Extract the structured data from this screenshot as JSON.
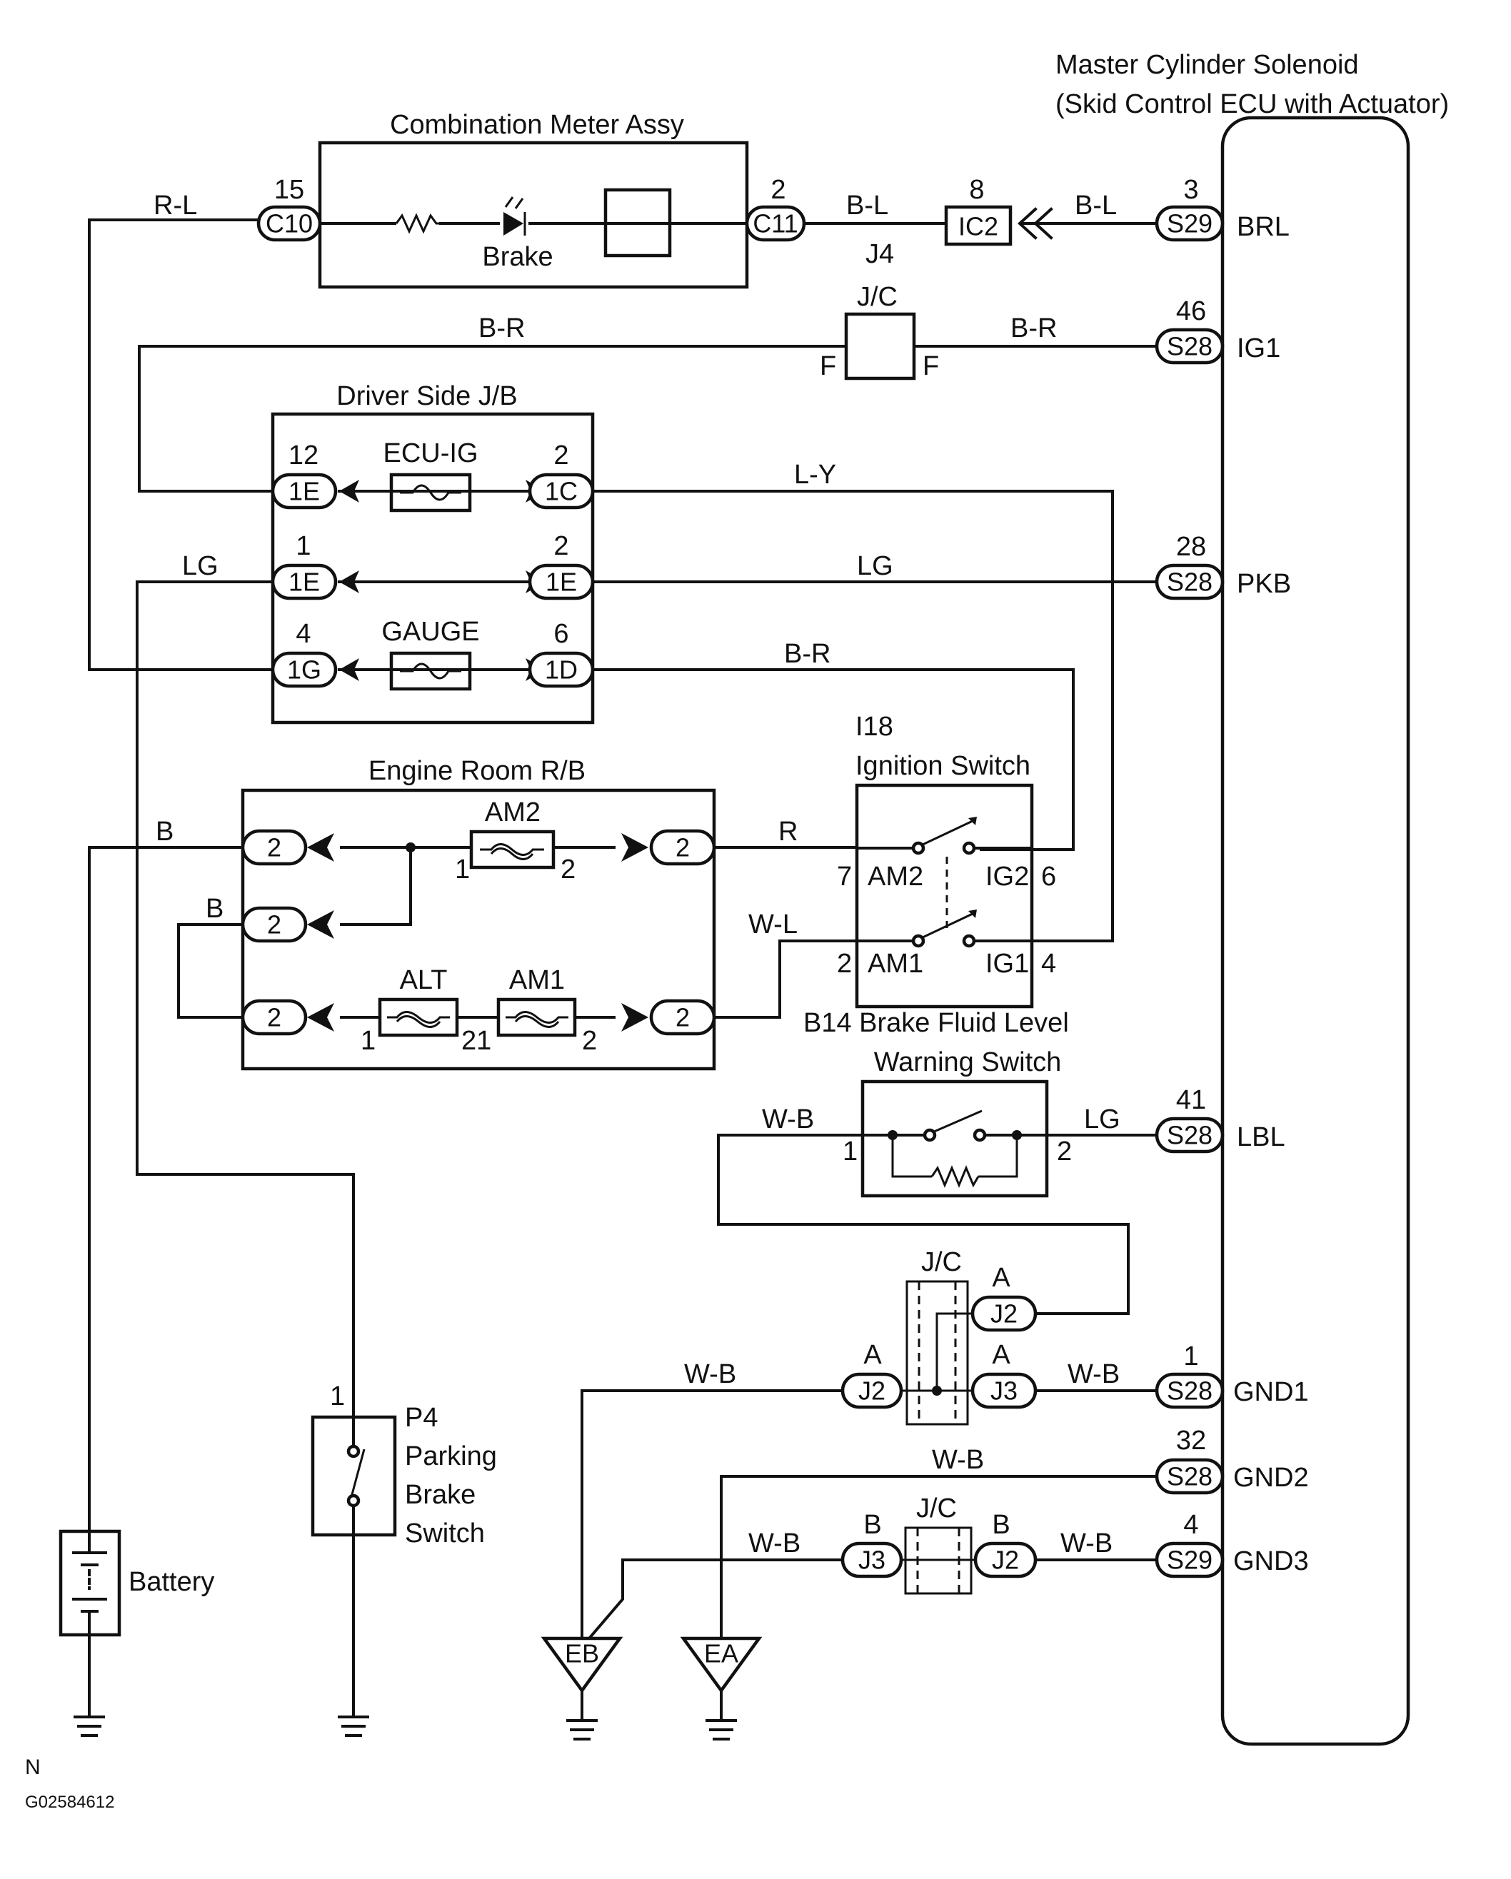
{
  "components": {
    "ecu": {
      "title_line1": "Master Cylinder Solenoid",
      "title_line2": "(Skid Control ECU with Actuator)"
    },
    "meter": {
      "title": "Combination Meter Assy",
      "lamp_label": "Brake"
    },
    "driver_jb": {
      "title": "Driver Side J/B",
      "fuse1": "ECU-IG",
      "fuse2": "GAUGE"
    },
    "engine_rb": {
      "title": "Engine Room R/B",
      "fuse_am2": "AM2",
      "fuse_alt": "ALT",
      "fuse_am1": "AM1"
    },
    "ign": {
      "code": "I18",
      "title": "Ignition Switch",
      "am2": "AM2",
      "ig2": "IG2",
      "am1": "AM1",
      "ig1": "IG1"
    },
    "fluid": {
      "title_line1": "B14  Brake Fluid Level",
      "title_line2": "Warning Switch"
    },
    "pkb_switch": {
      "code": "P4",
      "line1": "Parking",
      "line2": "Brake",
      "line3": "Switch",
      "pin": "1"
    },
    "battery": {
      "label": "Battery"
    },
    "jc_j4": {
      "code": "J4",
      "label": "J/C",
      "pin_left": "F",
      "pin_right": "F"
    },
    "jc_upper": {
      "label": "J/C"
    },
    "jc_lower": {
      "label": "J/C"
    },
    "ground_eb": {
      "label": "EB"
    },
    "ground_ea": {
      "label": "EA"
    }
  },
  "connectors": {
    "c10": "C10",
    "c11": "C11",
    "ic2": "IC2",
    "s29_brl": "S29",
    "s28_ig1": "S28",
    "s28_pkb": "S28",
    "s28_lbl": "S28",
    "s28_gnd1": "S28",
    "s28_gnd2": "S28",
    "s29_gnd3": "S29",
    "jb_1e_a": "1E",
    "jb_1c": "1C",
    "jb_1e_b": "1E",
    "jb_1e_c": "1E",
    "jb_1g": "1G",
    "jb_1d": "1D",
    "rb_l1": "2",
    "rb_l2": "2",
    "rb_l3": "2",
    "rb_r1": "2",
    "rb_r3": "2",
    "j2_a": "J2",
    "j2_b": "J2",
    "j3_a": "J3",
    "j3_b": "J3",
    "j2_c": "J2"
  },
  "pins": {
    "c10": "15",
    "c11": "2",
    "ic2": "8",
    "s29_brl": "3",
    "s28_ig1": "46",
    "s28_pkb": "28",
    "s28_lbl": "41",
    "s28_gnd1": "1",
    "s28_gnd2": "32",
    "s29_gnd3": "4",
    "jb_1e_a": "12",
    "jb_1c": "2",
    "jb_1e_b": "1",
    "jb_1e_c": "2",
    "jb_1g": "4",
    "jb_1d": "6",
    "am2_in": "1",
    "am2_out": "2",
    "alt_in": "1",
    "alt_am1": "21",
    "am1_out": "2",
    "ign_7": "7",
    "ign_6": "6",
    "ign_2": "2",
    "ign_4": "4",
    "fluid_1": "1",
    "fluid_2": "2",
    "j2_upper": "A",
    "j2_left": "A",
    "j3_upper": "A",
    "j3_lower": "B",
    "j2_lower": "B"
  },
  "ecu_terminals": {
    "brl": "BRL",
    "ig1": "IG1",
    "pkb": "PKB",
    "lbl": "LBL",
    "gnd1": "GND1",
    "gnd2": "GND2",
    "gnd3": "GND3"
  },
  "wires": {
    "rl": "R-L",
    "bl_left": "B-L",
    "bl_right": "B-L",
    "br_top_left": "B-R",
    "br_top_right": "B-R",
    "ly": "L-Y",
    "lg_left": "LG",
    "lg_right": "LG",
    "br_mid": "B-R",
    "b_top": "B",
    "b_mid": "B",
    "r": "R",
    "wl": "W-L",
    "wb_fluid": "W-B",
    "lg_fluid": "LG",
    "wb_j2": "W-B",
    "wb_gnd1": "W-B",
    "wb_gnd2": "W-B",
    "wb_j3": "W-B",
    "wb_gnd3": "W-B"
  },
  "footer": {
    "letter": "N",
    "code": "G02584612"
  }
}
